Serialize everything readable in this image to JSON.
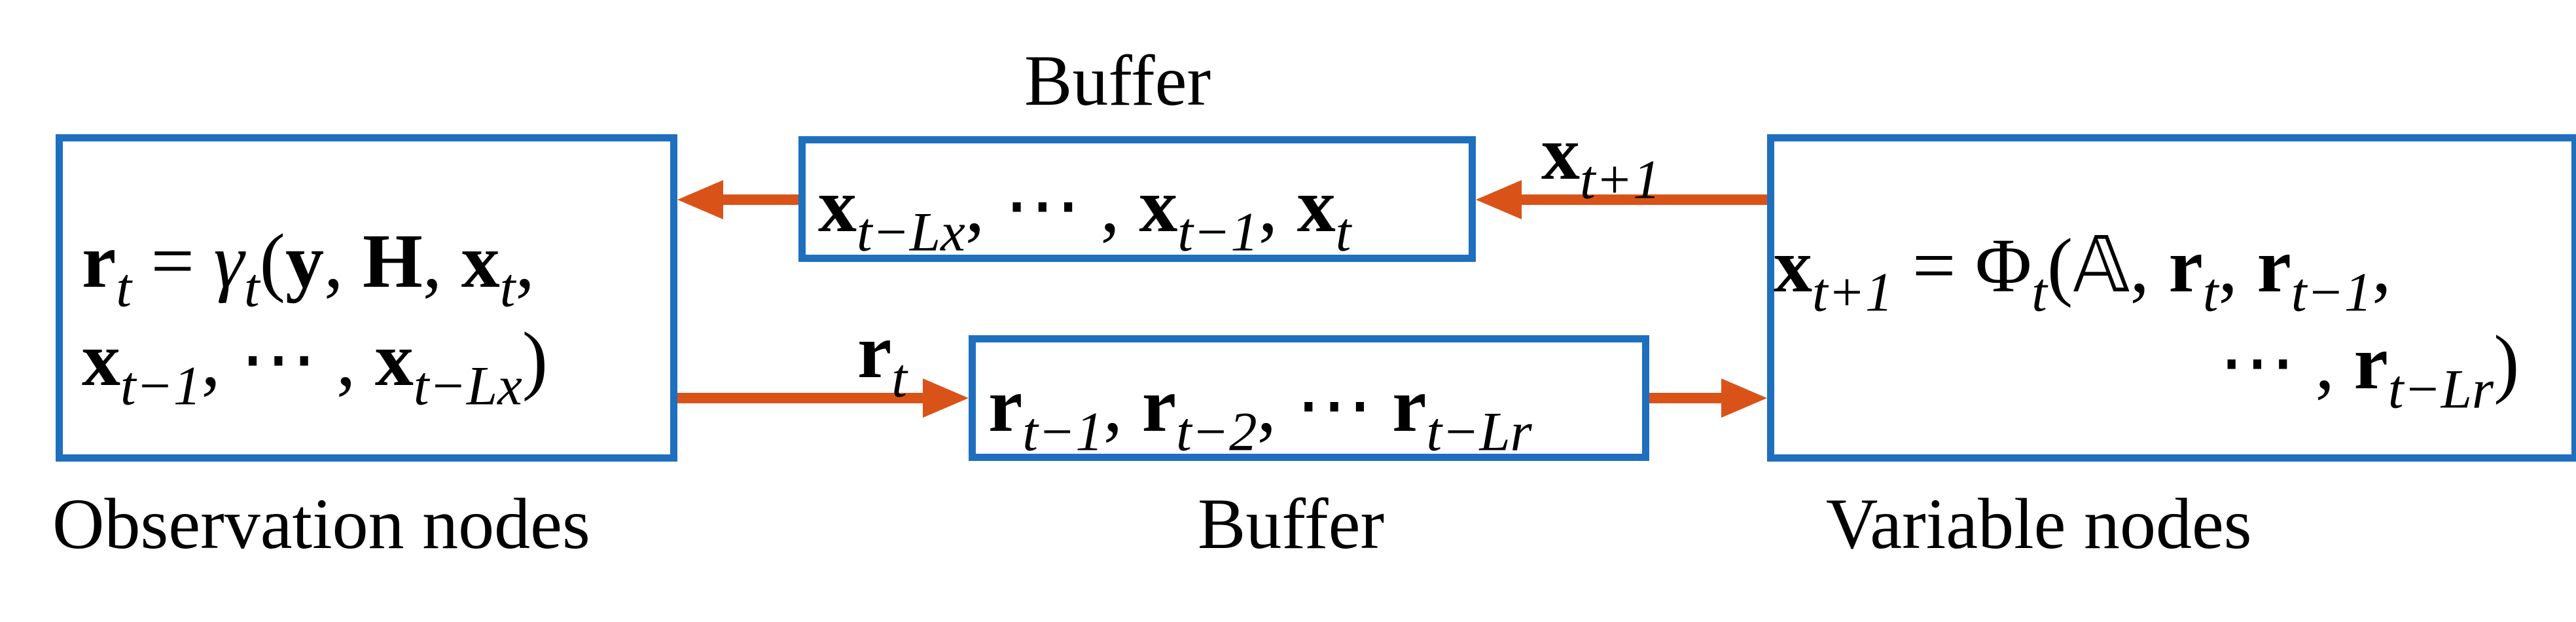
{
  "labels": {
    "top_buffer": "Buffer",
    "bottom_buffer": "Buffer",
    "observation_nodes": "Observation nodes",
    "variable_nodes": "Variable nodes"
  },
  "colors": {
    "box_border": "#1f6fbf",
    "arrow": "#d95319"
  },
  "formulas": {
    "observation_line1": "r_t = γ_t(y, H, x_t,",
    "observation_line2": "x_{t−1}, ⋯ , x_{t−Lx})",
    "top_buffer_content": "x_{t−Lx}, ⋯ , x_{t−1}, x_t",
    "bottom_buffer_content": "r_{t−1}, r_{t−2}, ⋯ r_{t−Lr}",
    "variable_line1": "x_{t+1} = Φ_t(𝔸, r_t, r_{t−1},",
    "variable_line2": "⋯ , r_{t−Lr})",
    "arrow_top_label": "x_{t+1}",
    "arrow_bottom_label": "r_t"
  }
}
